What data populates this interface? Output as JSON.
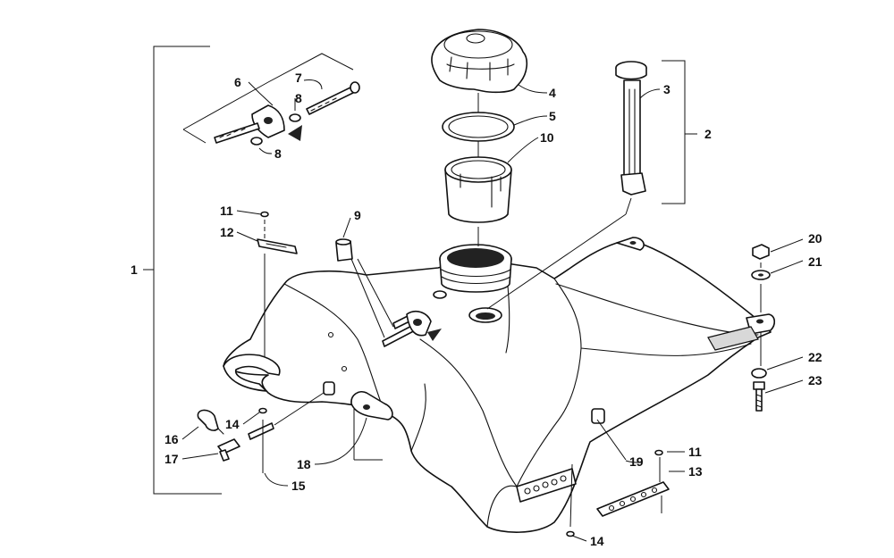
{
  "callouts": {
    "c1": "1",
    "c2": "2",
    "c3": "3",
    "c4": "4",
    "c5": "5",
    "c6": "6",
    "c7": "7",
    "c8a": "8",
    "c8b": "8",
    "c9": "9",
    "c10": "10",
    "c11a": "11",
    "c11b": "11",
    "c12": "12",
    "c13": "13",
    "c14a": "14",
    "c14b": "14",
    "c15": "15",
    "c16": "16",
    "c17": "17",
    "c18": "18",
    "c19": "19",
    "c20": "20",
    "c21": "21",
    "c22": "22",
    "c23": "23"
  }
}
